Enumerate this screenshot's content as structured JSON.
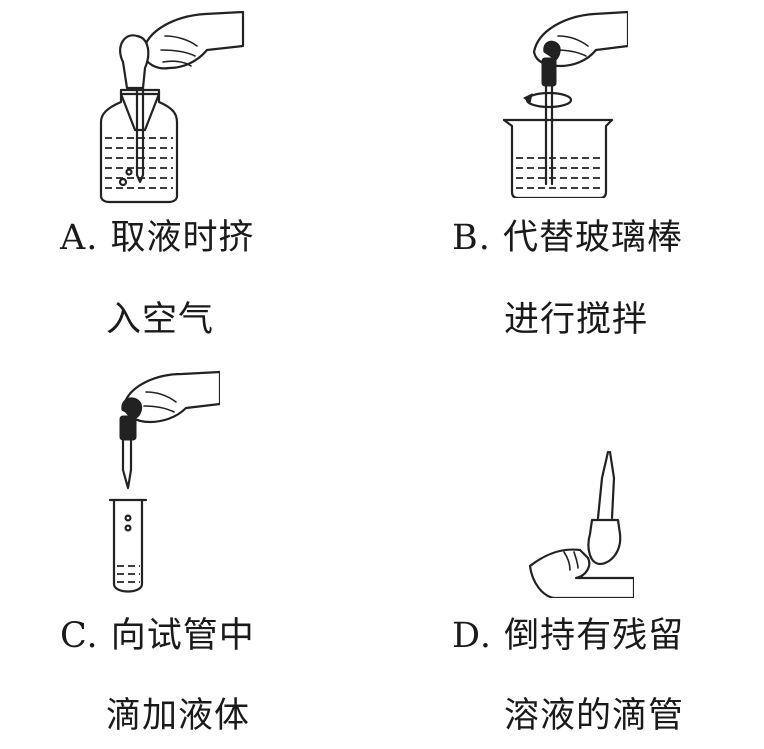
{
  "options": [
    {
      "id": "A",
      "line1": "A. 取液时挤",
      "line2": "入空气"
    },
    {
      "id": "B",
      "line1": "B. 代替玻璃棒",
      "line2": "进行搅拌"
    },
    {
      "id": "C",
      "line1": "C. 向试管中",
      "line2": "滴加液体"
    },
    {
      "id": "D",
      "line1": "D. 倒持有残留",
      "line2": "溶液的滴管"
    }
  ]
}
